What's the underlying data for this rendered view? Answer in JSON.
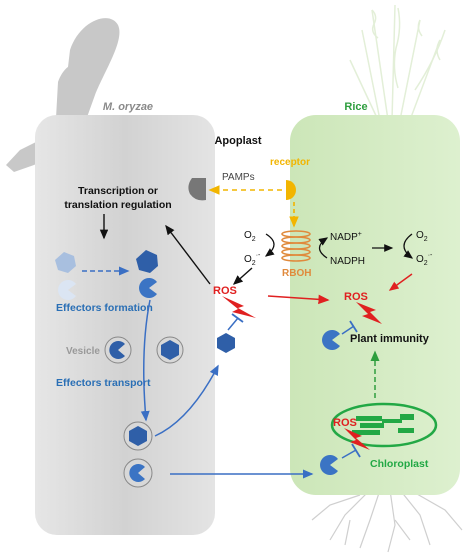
{
  "labels": {
    "fungus_title": "M. oryzae",
    "rice_title": "Rice",
    "apoplast": "Apoplast",
    "pamps": "PAMPs",
    "receptor": "receptor",
    "transcription_line1": "Transcription or",
    "transcription_line2": "translation regulation",
    "effectors_formation": "Effectors formation",
    "vesicle": "Vesicle",
    "effectors_transport": "Effectors transport",
    "ros_left": "ROS",
    "ros_right": "ROS",
    "ros_chloroplast": "ROS",
    "plant_immunity": "Plant immunity",
    "chloroplast": "Chloroplast",
    "rboh": "RBOH",
    "nadp_plus": "NADP",
    "nadp_plus_sup": "+",
    "nadph": "NADPH",
    "o2_left": "O",
    "o2_left_sub": "2",
    "o2_minus_left": "O",
    "o2_minus_left_sub": "2",
    "o2_minus_left_sup": "·-",
    "o2_right": "O",
    "o2_right_sub": "2",
    "o2_minus_right": "O",
    "o2_minus_right_sub": "2",
    "o2_minus_right_sup": "·-"
  },
  "colors": {
    "fungus_cell": "#dcdcdc",
    "rice_cell": "#d3ebc2",
    "effector_dark": "#2f5fa8",
    "effector_light": "#a8bfdf",
    "effector_mid": "#3b74c4",
    "receptor": "#f2b500",
    "rboh": "#e08a3c",
    "ros_red": "#e02020",
    "arrow_blue": "#3a6fc4",
    "arrow_green": "#2e9e3e",
    "chloroplast": "#22a845",
    "text_blue": "#2a6fb5",
    "text_gray": "#8a8a8a"
  },
  "icons": [
    "fungus-silhouette-icon",
    "rice-plant-icon",
    "roots-icon",
    "hexagon-effector-icon",
    "pacman-effector-icon",
    "lightning-ros-icon",
    "chloroplast-icon",
    "rboh-coil-icon",
    "receptor-icon",
    "pamp-icon"
  ]
}
